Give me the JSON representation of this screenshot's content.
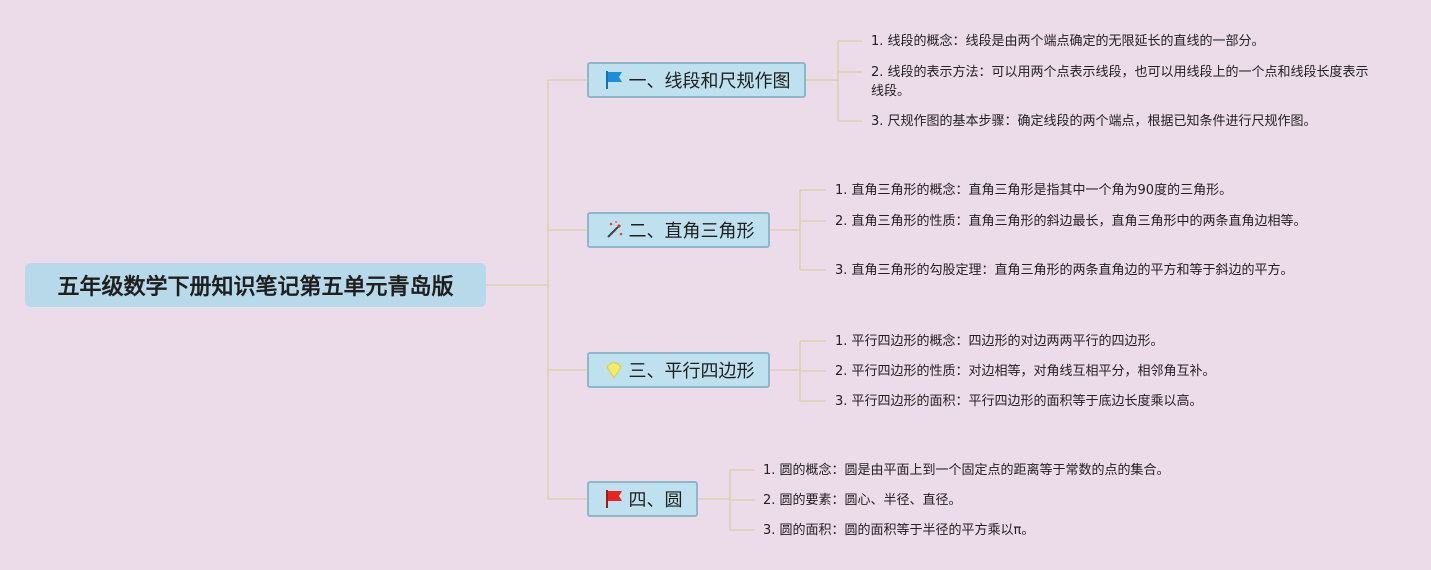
{
  "root": {
    "title": "五年级数学下册知识笔记第五单元青岛版"
  },
  "branches": [
    {
      "title": "一、线段和尺规作图",
      "icon": "blue-flag-icon",
      "items": [
        "1. 线段的概念：线段是由两个端点确定的无限延长的直线的一部分。",
        "2. 线段的表示方法：可以用两个点表示线段，也可以用线段上的一个点和线段长度表示线段。",
        "3. 尺规作图的基本步骤：确定线段的两个端点，根据已知条件进行尺规作图。"
      ]
    },
    {
      "title": "二、直角三角形",
      "icon": "magic-wand-icon",
      "items": [
        "1. 直角三角形的概念：直角三角形是指其中一个角为90度的三角形。",
        "2. 直角三角形的性质：直角三角形的斜边最长，直角三角形中的两条直角边相等。",
        "3. 直角三角形的勾股定理：直角三角形的两条直角边的平方和等于斜边的平方。"
      ]
    },
    {
      "title": "三、平行四边形",
      "icon": "gem-icon",
      "items": [
        "1. 平行四边形的概念：四边形的对边两两平行的四边形。",
        "2. 平行四边形的性质：对边相等，对角线互相平分，相邻角互补。",
        "3. 平行四边形的面积：平行四边形的面积等于底边长度乘以高。"
      ]
    },
    {
      "title": "四、圆",
      "icon": "red-flag-icon",
      "items": [
        "1. 圆的概念：圆是由平面上到一个固定点的距离等于常数的点的集合。",
        "2. 圆的要素：圆心、半径、直径。",
        "3. 圆的面积：圆的面积等于半径的平方乘以π。"
      ]
    }
  ],
  "colors": {
    "background": "#ecdbe8",
    "root_fill": "#b8d9ea",
    "branch_fill": "#bfe0ef",
    "branch_border": "#8fb7c9",
    "connector": "#e0cfb0"
  }
}
